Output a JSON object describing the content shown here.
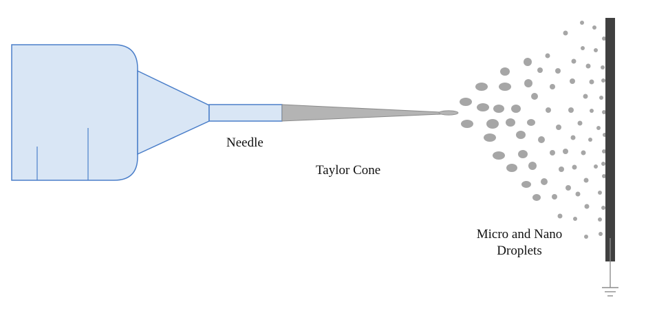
{
  "labels": {
    "needle": "Needle",
    "taylor_cone": "Taylor Cone",
    "droplets_line1": "Micro and Nano",
    "droplets_line2": "Droplets"
  },
  "colors": {
    "syringe_fill": "#d9e6f5",
    "syringe_stroke": "#4a7ec9",
    "cone_fill": "#b4b4b4",
    "cone_stroke": "#8a8a8a",
    "droplet_fill": "#a6a6a6",
    "collector": "#404040",
    "ground": "#8c8c8c"
  },
  "icons": {
    "syringe": "syringe-icon",
    "collector": "collector-plate-icon",
    "ground": "ground-symbol-icon"
  }
}
